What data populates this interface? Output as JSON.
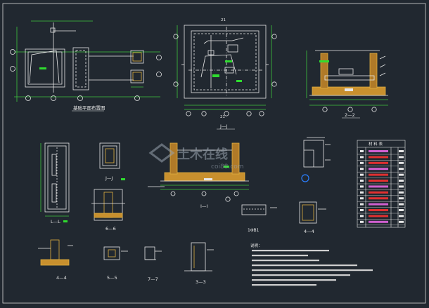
{
  "drawing": {
    "background": "#212830",
    "colors": {
      "line": "#e8e8e8",
      "dim": "#3ec63e",
      "rebar": "#e0b040",
      "accent_green": "#2fdc2f",
      "accent_red": "#e03030",
      "accent_blue": "#2a7fff",
      "magenta": "#d060d0",
      "cyan": "#40c8e0"
    },
    "views": {
      "plan_title": "基础平面布置图",
      "v11": "1—1",
      "v22": "2—2",
      "v33": "3—3",
      "v44": "4—4",
      "v55": "5—5",
      "v66": "6—6",
      "v77": "7—7",
      "vjj": "J—J",
      "vll": "L—L",
      "v4a": "4—4",
      "v1a": "1ΦB1",
      "vi": "I—I"
    },
    "table": {
      "title": "材 料 表"
    },
    "notes": {
      "heading": "说明："
    },
    "watermark": {
      "brand": "土木在线",
      "url": "coi88.com"
    }
  }
}
